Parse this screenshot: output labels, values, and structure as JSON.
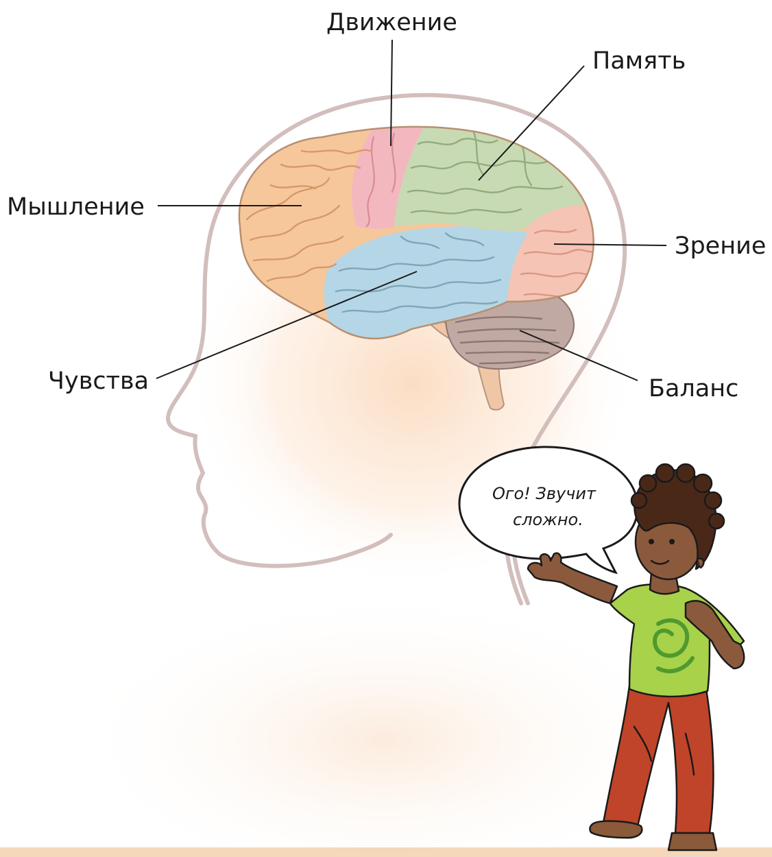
{
  "labels": {
    "movement": "Движение",
    "memory": "Память",
    "thinking": "Мышление",
    "vision": "Зрение",
    "feelings": "Чувства",
    "balance": "Баланс"
  },
  "speech_bubble": {
    "line1": "Ого! Звучит",
    "line2": "сложно."
  },
  "colors": {
    "frontal": "#f6c79b",
    "motor": "#f3b8bf",
    "parietal": "#c7d9b3",
    "temporal": "#b5d6e6",
    "occipital": "#f6c4b4",
    "cerebellum": "#bfa6a0",
    "head_outline": "#d6c2c0",
    "head_glow": "#fbe3cc"
  },
  "icons": {
    "brain": "brain-illustration",
    "head": "head-silhouette",
    "child": "child-figure"
  }
}
